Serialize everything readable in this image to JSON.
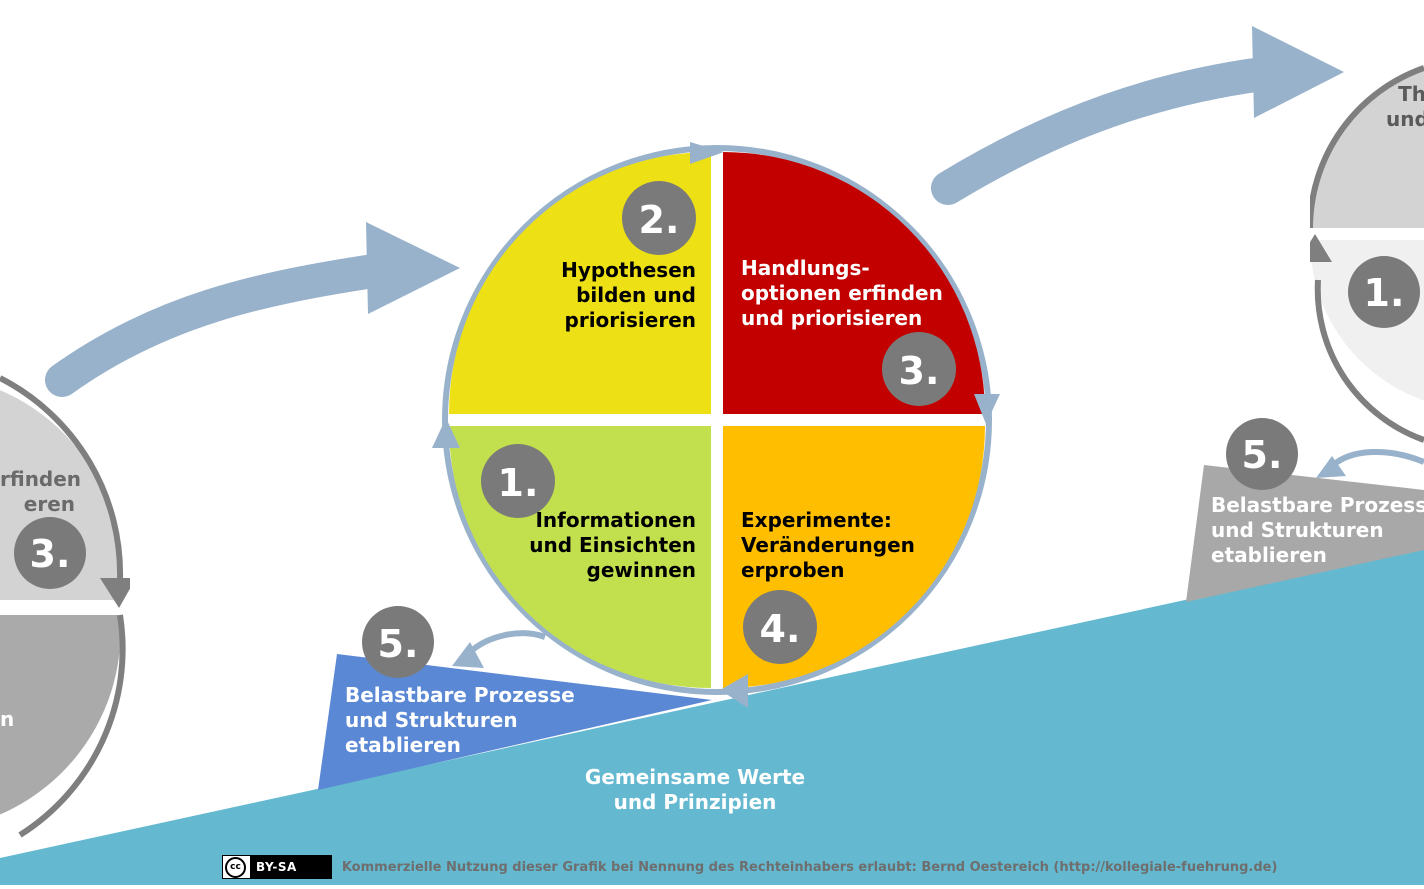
{
  "colors": {
    "arrow": "#98b2cb",
    "ring": "#98b2cb",
    "q1": "#c2e04d",
    "q2": "#ede015",
    "q3": "#c20000",
    "q4": "#ffbf00",
    "base": "#64b9d0",
    "wedge": "#5b88d5",
    "grey_badge": "#7a7a7a"
  },
  "center_cycle": {
    "steps": [
      {
        "number": "1.",
        "lines": [
          "Informationen",
          "und Einsichten",
          "gewinnen"
        ]
      },
      {
        "number": "2.",
        "lines": [
          "Hypothesen",
          "bilden und",
          "priorisieren"
        ]
      },
      {
        "number": "3.",
        "lines": [
          "Handlungs-",
          "optionen erfinden",
          "und priorisieren"
        ]
      },
      {
        "number": "4.",
        "lines": [
          "Experimente:",
          "Veränderungen",
          "erproben"
        ]
      }
    ]
  },
  "stabilize": {
    "number": "5.",
    "lines": [
      "Belastbare Prozesse",
      "und Strukturen",
      "etablieren"
    ]
  },
  "foundation": {
    "lines": [
      "Gemeinsame Werte",
      "und Prinzipien"
    ]
  },
  "left_cycle": {
    "number": "3.",
    "lines": [
      "rfinden",
      "eren"
    ],
    "lower_text": "n"
  },
  "right_cycle": {
    "number": "1.",
    "top_lines": [
      "Th",
      "und"
    ],
    "stabilize_number": "5.",
    "stabilize_lines": [
      "Belastbare Prozesse",
      "und Strukturen",
      "etablieren"
    ]
  },
  "footer": {
    "license_symbol": "cc",
    "license": "BY-SA",
    "text": "Kommerzielle Nutzung dieser Grafik bei Nennung des Rechteinhabers erlaubt: Bernd Oestereich (http://kollegiale-fuehrung.de)"
  }
}
